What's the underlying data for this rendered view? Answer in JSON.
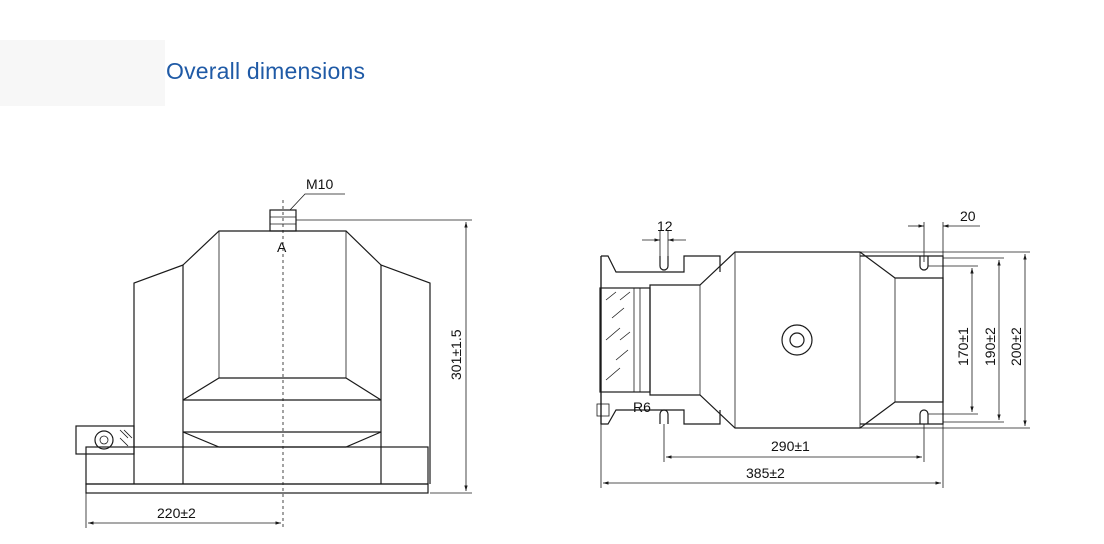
{
  "header": {
    "title": "Overall dimensions"
  },
  "front_view": {
    "thread_label": "M10",
    "point_label": "A",
    "height_dim": "301±1.5",
    "half_width_dim": "220±2"
  },
  "top_view": {
    "slot_width_dim": "12",
    "slot_offset_dim": "20",
    "radius_label": "R6",
    "inner_height_dim": "170±1",
    "mid_height_dim": "190±2",
    "outer_height_dim": "200±2",
    "hole_spacing_dim": "290±1",
    "overall_length_dim": "385±2"
  }
}
